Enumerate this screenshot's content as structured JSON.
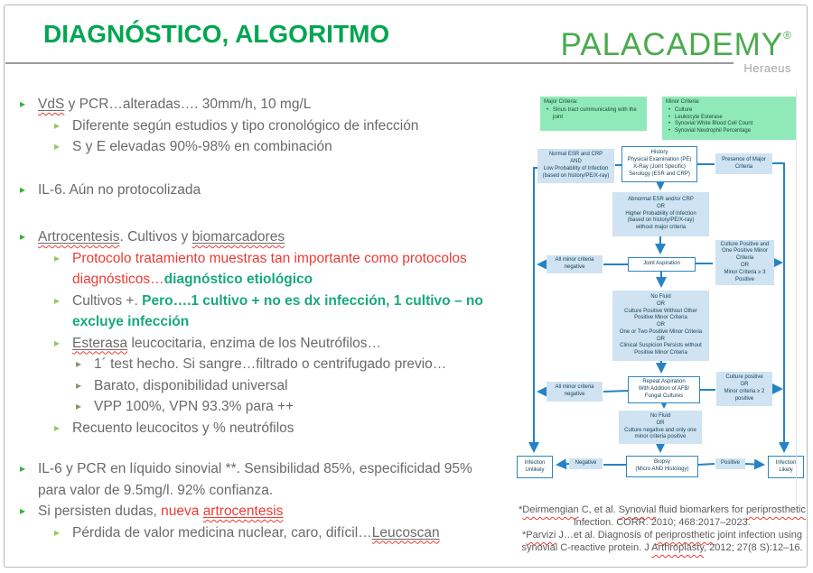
{
  "colors": {
    "title_green": "#00a651",
    "logo_green": "#4aab4d",
    "body_gray": "#6a6a6a",
    "accent_red": "#e83c34",
    "accent_green": "#17a97d",
    "flow_blue_fill": "#cfe3f2",
    "flow_line_blue": "#2583c5",
    "criteria_green": "#90e9b9"
  },
  "icons": {
    "bullet": "▸"
  },
  "header": {
    "title": "DIAGNÓSTICO, ALGORITMO",
    "brand": "PALACADEMY",
    "brand_reg": "®",
    "brand_sub": "Heraeus"
  },
  "content": [
    {
      "seg": [
        {
          "t": "VdS"
        },
        {
          "t": " y PCR…alteradas…. 30mm/h, 10 mg/L"
        }
      ]
    },
    {
      "seg": [
        {
          "t": "Diferente según estudios y tipo cronológico de infección"
        }
      ]
    },
    {
      "seg": [
        {
          "t": "S y E elevadas 90%-98% en combinación"
        }
      ]
    },
    {
      "seg": [
        {
          "t": "IL-6. Aún no protocolizada"
        }
      ]
    },
    {
      "seg": [
        {
          "t": "Artrocentesis"
        },
        {
          "t": ". Cultivos y "
        },
        {
          "t": "biomarcadores"
        }
      ]
    },
    {
      "seg": [
        {
          "t": "Protocolo tratamiento muestras tan importante como protocolos diagnósticos…"
        },
        {
          "t": "diagnóstico etiológico"
        }
      ]
    },
    {
      "seg": [
        {
          "t": "Cultivos +. "
        },
        {
          "t": "Pero….1 cultivo + no es dx infección, 1 cultivo – no excluye infección"
        }
      ]
    },
    {
      "seg": [
        {
          "t": "Esterasa"
        },
        {
          "t": " leucocitaria, enzima de los Neutrófilos…"
        }
      ]
    },
    {
      "seg": [
        {
          "t": "1´ test hecho. Si sangre…filtrado o centrifugado previo…"
        }
      ]
    },
    {
      "seg": [
        {
          "t": "Barato, disponibilidad universal"
        }
      ]
    },
    {
      "seg": [
        {
          "t": "VPP 100%, VPN 93.3% para ++"
        }
      ]
    },
    {
      "seg": [
        {
          "t": "Recuento leucocitos y % neutrófilos"
        }
      ]
    },
    {
      "seg": [
        {
          "t": "IL-6 y PCR en líquido sinovial **. Sensibilidad 85%, especificidad 95% para valor de 9.5mg/l. 92% confianza."
        }
      ]
    },
    {
      "seg": [
        {
          "t": "Si persisten dudas, "
        },
        {
          "t": "nueva "
        },
        {
          "t": "artrocentesis"
        }
      ]
    },
    {
      "seg": [
        {
          "t": "Pérdida de valor medicina nuclear, caro, difícil…"
        },
        {
          "t": "Leucoscan"
        }
      ]
    }
  ],
  "flowchart": {
    "major": {
      "title": "Major Criteria:",
      "items": [
        "Sinus tract communicating with the joint"
      ]
    },
    "minor": {
      "title": "Minor Criteria:",
      "items": [
        "Culture",
        "Leukocyte Esterase",
        "Synovial White Blood Cell Count",
        "Synovial Neutrophil Percentage"
      ]
    },
    "boxes": {
      "normal_esr": "Normal ESR and CRP\nAND\nLow Probability of Infection\n(based on history/PE/X-ray)",
      "history": "History\nPhysical Examination (PE)\nX-Ray (Joint Specific)\nSerology (ESR and CRP)",
      "presence_major": "Presence of Major\nCriteria",
      "abnormal_esr": "Abnormal ESR and/or CRP\nOR\nHigher Probability of Infection\n(based on history/PE/X-ray)\nwithout major criteria",
      "all_minor_neg_1": "All minor criteria\nnegative",
      "joint_aspiration": "Joint Aspiration",
      "culture_pos_1": "Culture Positive and\nOne Positive Minor\nCriteria\nOR\nMinor Criteria ≥ 3\nPositive",
      "no_fluid_1": "No Fluid\nOR\nCulture Positive Without Other\nPositive Minor Criteria\nOR\nOne or Two Positive Minor Criteria\nOR\nClinical Suspicion Persists without\nPositive Minor Criteria",
      "all_minor_neg_2": "All minor criteria\nnegative",
      "repeat_aspiration": "Repeat Aspiration\nWith Addition of AFB/\nFungal Cultures",
      "culture_pos_2": "Culture positive\nOR\nMinor criteria ≥ 2\npositive",
      "no_fluid_2": "No Fluid\nOR\nCulture negative and only one\nminor criteria positive",
      "infection_unlikely": "Infection\nUnlikely",
      "negative": "Negative",
      "biopsy": "Biopsy\n(Micro AND Histology)",
      "positive": "Positive",
      "infection_likely": "Infection\nLikely"
    }
  },
  "footnotes": {
    "f1": {
      "seg": [
        {
          "t": "*"
        },
        {
          "t": "Deirmengian"
        },
        {
          "t": " C, et al. "
        },
        {
          "t": "Synovial"
        },
        {
          "t": " fluid biomarkers for "
        },
        {
          "t": "periprosthetic"
        },
        {
          "t": " infection. CORR. 2010; 468:2017–2023."
        }
      ]
    },
    "f2": {
      "seg": [
        {
          "t": "*"
        },
        {
          "t": "Parvizi"
        },
        {
          "t": " J…et al. Diagnosis of "
        },
        {
          "t": "periprosthetic"
        },
        {
          "t": " joint infection using synovial C-reactive protein. J "
        },
        {
          "t": "Arthroplasty"
        },
        {
          "t": ", 2012; 27(8 S):12–16."
        }
      ]
    }
  }
}
